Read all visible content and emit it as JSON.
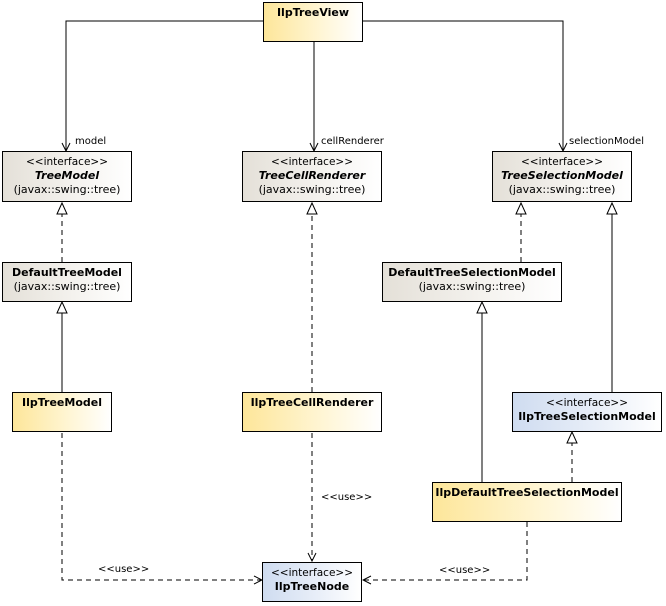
{
  "classes": {
    "ilp_tree_view": {
      "title": "IlpTreeView"
    },
    "tree_model": {
      "stereotype": "<<interface>>",
      "title": "TreeModel",
      "package": "(javax::swing::tree)"
    },
    "tree_cell_renderer": {
      "stereotype": "<<interface>>",
      "title": "TreeCellRenderer",
      "package": "(javax::swing::tree)"
    },
    "tree_selection_model": {
      "stereotype": "<<interface>>",
      "title": "TreeSelectionModel",
      "package": "(javax::swing::tree)"
    },
    "default_tree_model": {
      "title": "DefaultTreeModel",
      "package": "(javax::swing::tree)"
    },
    "default_tree_selection_model": {
      "title": "DefaultTreeSelectionModel",
      "package": "(javax::swing::tree)"
    },
    "ilp_tree_model": {
      "title": "IlpTreeModel"
    },
    "ilp_tree_cell_renderer": {
      "title": "IlpTreeCellRenderer"
    },
    "ilp_tree_selection_model": {
      "stereotype": "<<interface>>",
      "title": "IlpTreeSelectionModel"
    },
    "ilp_default_tree_selection_model": {
      "title": "IlpDefaultTreeSelectionModel"
    },
    "ilp_tree_node": {
      "stereotype": "<<interface>>",
      "title": "IlpTreeNode"
    }
  },
  "labels": {
    "model": "model",
    "cell_renderer": "cellRenderer",
    "selection_model": "selectionModel",
    "use_1": "<<use>>",
    "use_2": "<<use>>",
    "use_3": "<<use>>"
  },
  "colors": {
    "line": "#000000",
    "beige": "#e4e0d8",
    "yellow": "#fde69a",
    "blue": "#cfdcf0"
  }
}
